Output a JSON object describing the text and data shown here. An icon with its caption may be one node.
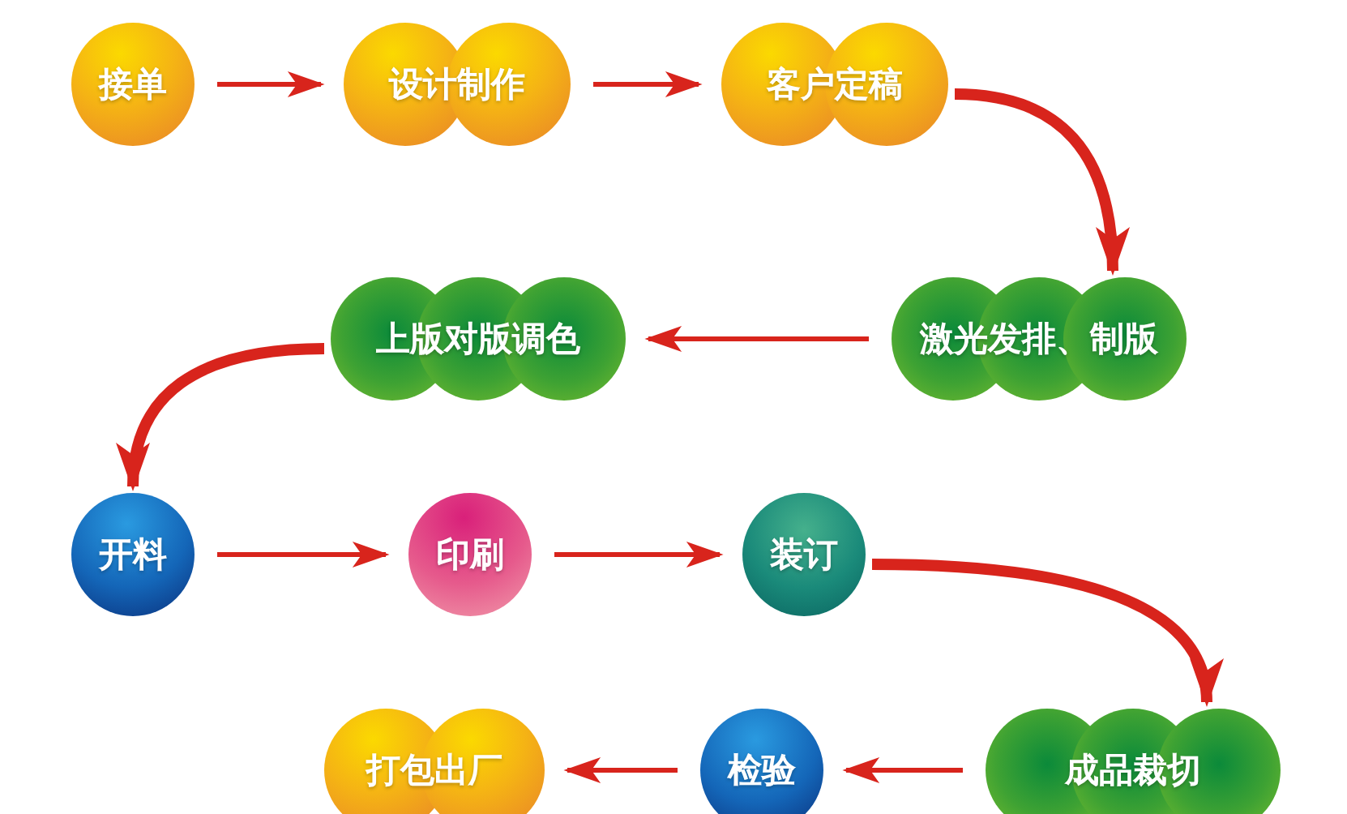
{
  "diagram": {
    "nodes": [
      {
        "text": [
          "接单"
        ]
      },
      {
        "text": [
          "设计制作"
        ]
      },
      {
        "text": [
          "客户定稿"
        ]
      },
      {
        "text": [
          "激光发排、制版"
        ]
      },
      {
        "text": [
          "上版对版调色"
        ]
      },
      {
        "text": [
          "开料"
        ]
      },
      {
        "text": [
          "印刷"
        ]
      },
      {
        "text": [
          "装订"
        ]
      },
      {
        "text": [
          "成品裁切"
        ]
      },
      {
        "text": [
          "检验"
        ]
      },
      {
        "text": [
          "打包出厂"
        ]
      }
    ],
    "edges": [
      {
        "from": 0,
        "to": 1,
        "arrow": "to"
      },
      {
        "from": 1,
        "to": 2,
        "arrow": "to"
      },
      {
        "from": 2,
        "to": 3,
        "arrow": "to",
        "style": "thick"
      },
      {
        "from": 3,
        "to": 4,
        "arrow": "to"
      },
      {
        "from": 4,
        "to": 5,
        "arrow": "to",
        "style": "thick"
      },
      {
        "from": 5,
        "to": 6,
        "arrow": "to"
      },
      {
        "from": 6,
        "to": 7,
        "arrow": "to"
      },
      {
        "from": 7,
        "to": 8,
        "arrow": "to",
        "style": "thick"
      },
      {
        "from": 8,
        "to": 9,
        "arrow": "to"
      },
      {
        "from": 9,
        "to": 10,
        "arrow": "to"
      }
    ]
  }
}
